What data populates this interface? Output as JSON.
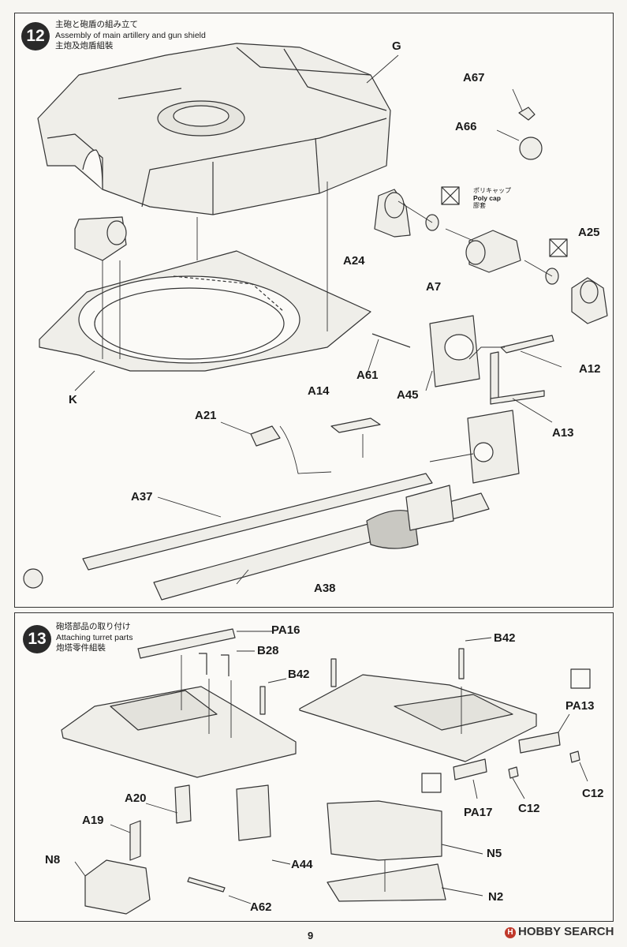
{
  "step12": {
    "number": "12",
    "title_jp": "主砲と砲盾の組み立て",
    "title_en": "Assembly of main artillery and gun shield",
    "title_cn": "主炮及炮盾組裝",
    "labels": {
      "G": "G",
      "A67": "A67",
      "A66": "A66",
      "A24": "A24",
      "A25": "A25",
      "A7": "A7",
      "A61": "A61",
      "A45": "A45",
      "A12": "A12",
      "A13": "A13",
      "K": "K",
      "A14": "A14",
      "A21": "A21",
      "A37": "A37",
      "A38": "A38"
    },
    "polycap": {
      "jp": "ポリキャップ",
      "en": "Poly cap",
      "cn": "膠套"
    }
  },
  "step13": {
    "number": "13",
    "title_jp": "砲塔部品の取り付け",
    "title_en": "Attaching turret parts",
    "title_cn": "炮塔零件組裝",
    "labels": {
      "PA16": "PA16",
      "B28": "B28",
      "B42_left": "B42",
      "B42_right": "B42",
      "PA13": "PA13",
      "C12_right": "C12",
      "C12_mid": "C12",
      "PA17": "PA17",
      "A20": "A20",
      "A19": "A19",
      "N8": "N8",
      "A44": "A44",
      "A62": "A62",
      "N5": "N5",
      "N2": "N2"
    }
  },
  "footer": {
    "page_number": "9",
    "watermark": "HOBBY SEARCH",
    "watermark_logo": "H"
  }
}
